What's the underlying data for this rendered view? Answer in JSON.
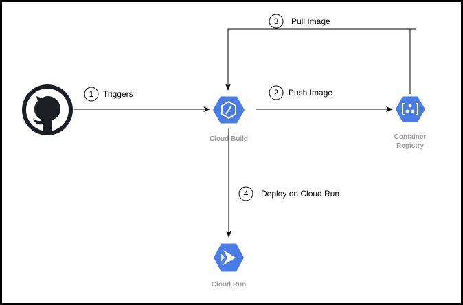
{
  "colors": {
    "gcp_blue": "#4a7ce6",
    "gcp_blue_dark": "#3b6dd6",
    "github_dark": "#1b1f23",
    "node_label": "#9e9e9e",
    "line": "#000000"
  },
  "nodes": {
    "github": {
      "icon": "github-icon",
      "label": ""
    },
    "cloud_build": {
      "icon": "cloud-build-icon",
      "label": "Cloud Build"
    },
    "container_registry": {
      "icon": "container-registry-icon",
      "label_line1": "Container",
      "label_line2": "Registry"
    },
    "cloud_run": {
      "icon": "cloud-run-icon",
      "label": "Cloud Run"
    }
  },
  "steps": [
    {
      "number": "1",
      "label": "Triggers"
    },
    {
      "number": "2",
      "label": "Push Image"
    },
    {
      "number": "3",
      "label": "Pull Image"
    },
    {
      "number": "4",
      "label": "Deploy on Cloud Run"
    }
  ]
}
